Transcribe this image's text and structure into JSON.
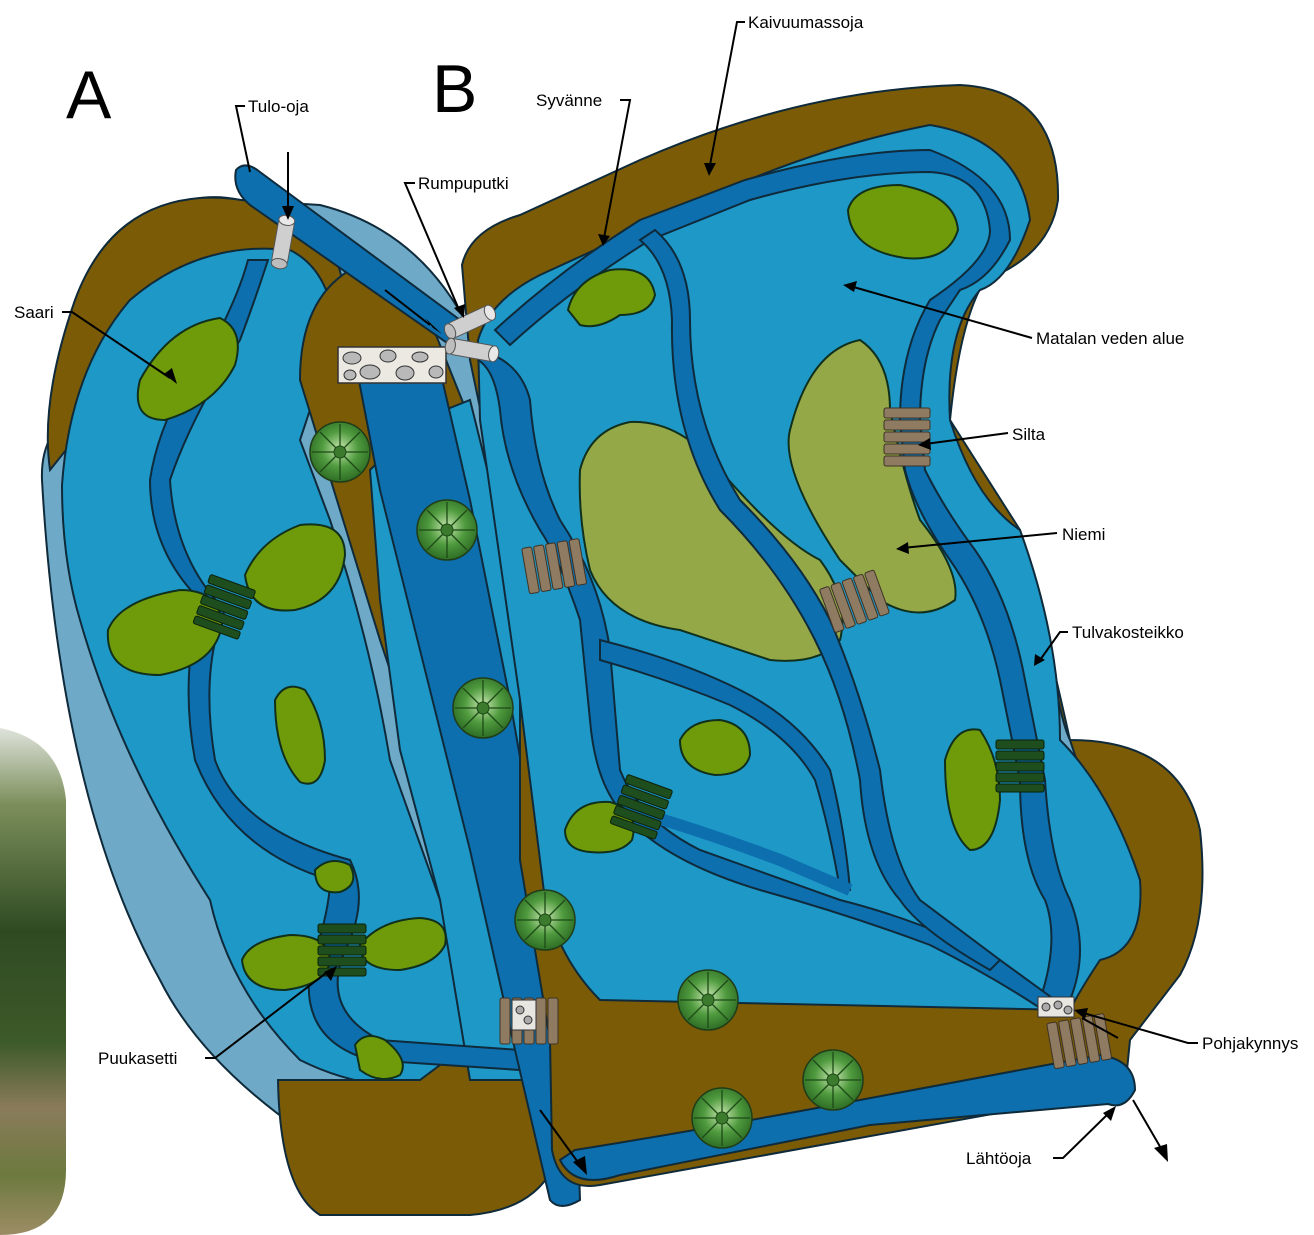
{
  "panels": {
    "a": "A",
    "b": "B"
  },
  "labels": {
    "kaivuumassoja": "Kaivuumassoja",
    "tulo_oja": "Tulo-oja",
    "syvanne": "Syvänne",
    "rumpuputki": "Rumpuputki",
    "saari": "Saari",
    "matalan_veden_alue": "Matalan veden alue",
    "silta": "Silta",
    "niemi": "Niemi",
    "tulvakosteikko": "Tulvakosteikko",
    "puukasetti": "Puukasetti",
    "pohjakynnys": "Pohjakynnys",
    "lahtooja": "Lähtöoja"
  },
  "colors": {
    "excavated_soil": "#7b5b05",
    "shallow_water": "#1e98c7",
    "deep_channel": "#0d6fae",
    "flood_wetland": "#6eaac8",
    "island": "#6f9a09",
    "peninsula": "#95a847",
    "bridge": "#8e7b61",
    "wood_cassette": "#1e4d1e",
    "pipe": "#cfcfcf"
  },
  "icons": [
    "tree-icon",
    "culvert-pipe-icon",
    "bridge-icon",
    "wood-cassette-icon",
    "stone-weir-icon"
  ]
}
